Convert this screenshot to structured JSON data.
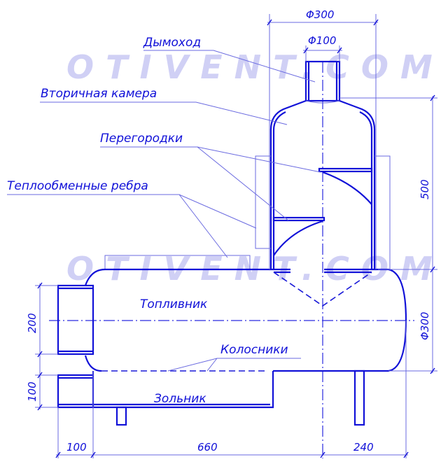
{
  "watermark": "OTIVENT.COM",
  "labels": {
    "chimney": "Дымоход",
    "secondary_chamber": "Вторичная камера",
    "baffles": "Перегородки",
    "heat_fins": "Теплообменные ребра",
    "firebox": "Топливник",
    "grates": "Колосники",
    "ash_box": "Зольник"
  },
  "dimensions": {
    "top_outer_diameter": "Φ300",
    "chimney_diameter": "Φ100",
    "chamber_height": "500",
    "firebox_diameter": "Φ300",
    "door_height": "200",
    "ash_height": "100",
    "door_depth": "100",
    "firebox_length": "660",
    "rear_length": "240"
  }
}
